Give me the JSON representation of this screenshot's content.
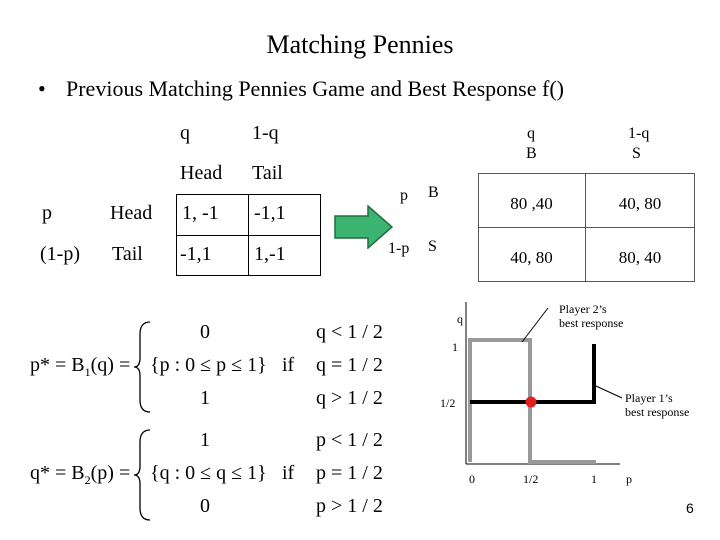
{
  "slide": {
    "title": "Matching Pennies",
    "bullet": "Previous Matching Pennies Game and Best Response f()",
    "page_number": "6"
  },
  "left_table": {
    "col_prob": [
      "q",
      "1-q"
    ],
    "col_actions": [
      "Head",
      "Tail"
    ],
    "row_prob": [
      "p",
      "(1-p)"
    ],
    "row_actions": [
      "Head",
      "Tail"
    ],
    "cells": [
      [
        "1, -1",
        "-1,1"
      ],
      [
        "-1,1",
        "1,-1"
      ]
    ]
  },
  "arrow": {
    "color": "#3cb371"
  },
  "right_table": {
    "col_prob": [
      "q",
      "1-q"
    ],
    "col_actions": [
      "B",
      "S"
    ],
    "row_prob": [
      "p",
      "1-p"
    ],
    "row_actions": [
      "B",
      "S"
    ],
    "cells": [
      [
        "80 ,40",
        "40, 80"
      ],
      [
        "40, 80",
        "80, 40"
      ]
    ]
  },
  "formula1": {
    "lhs": "p* = B",
    "sub": "1",
    "lhs_tail": "(q) =",
    "cases": [
      "0",
      "{p : 0 ≤ p ≤ 1}",
      "1"
    ],
    "if_word": "if",
    "conds": [
      "q < 1 / 2",
      "q = 1 / 2",
      "q > 1 / 2"
    ]
  },
  "formula2": {
    "lhs": "q* = B",
    "sub": "2",
    "lhs_tail": "(p) =",
    "cases": [
      "1",
      "{q : 0 ≤ q ≤ 1}",
      "0"
    ],
    "if_word": "if",
    "conds": [
      "p < 1 / 2",
      "p = 1 / 2",
      "p > 1 / 2"
    ]
  },
  "br_graph": {
    "y_axis_label": "q",
    "x_axis_label": "p",
    "y_ticks": [
      "1",
      "1/2"
    ],
    "x_ticks": [
      "0",
      "1/2",
      "1"
    ],
    "player2_label": [
      "Player 2’s",
      "best response"
    ],
    "player1_label": [
      "Player 1’s",
      "best response"
    ],
    "colors": {
      "player2": "#999999",
      "player1": "#000000",
      "equilibrium": "#e02020"
    }
  }
}
